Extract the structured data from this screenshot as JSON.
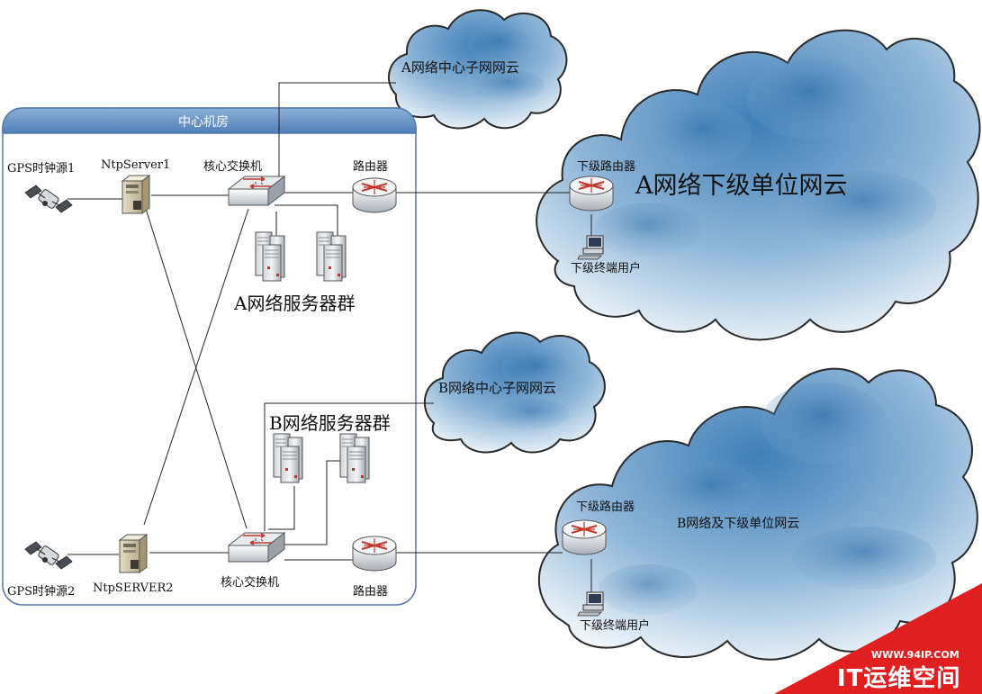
{
  "room": {
    "title": "中心机房"
  },
  "devices": {
    "gps1": "GPS时钟源1",
    "ntp1": "NtpServer1",
    "core_switch_a": "核心交换机",
    "router_a": "路由器",
    "servers_a": "A网络服务器群",
    "servers_b": "B网络服务器群",
    "gps2": "GPS时钟源2",
    "ntp2": "NtpSERVER2",
    "core_switch_b": "核心交换机",
    "router_b": "路由器"
  },
  "clouds": {
    "a_sub": "A网络中心子网网云",
    "a_lower": "A网络下级单位网云",
    "b_sub": "B网络中心子网网云",
    "b_lower": "B网络及下级单位网云"
  },
  "remote": {
    "router_a": "下级路由器",
    "user_a": "下级终端用户",
    "router_b": "下级路由器",
    "user_b": "下级终端用户"
  },
  "watermark": {
    "url": "WWW.94IP.COM",
    "brand": "IT运维空间"
  }
}
